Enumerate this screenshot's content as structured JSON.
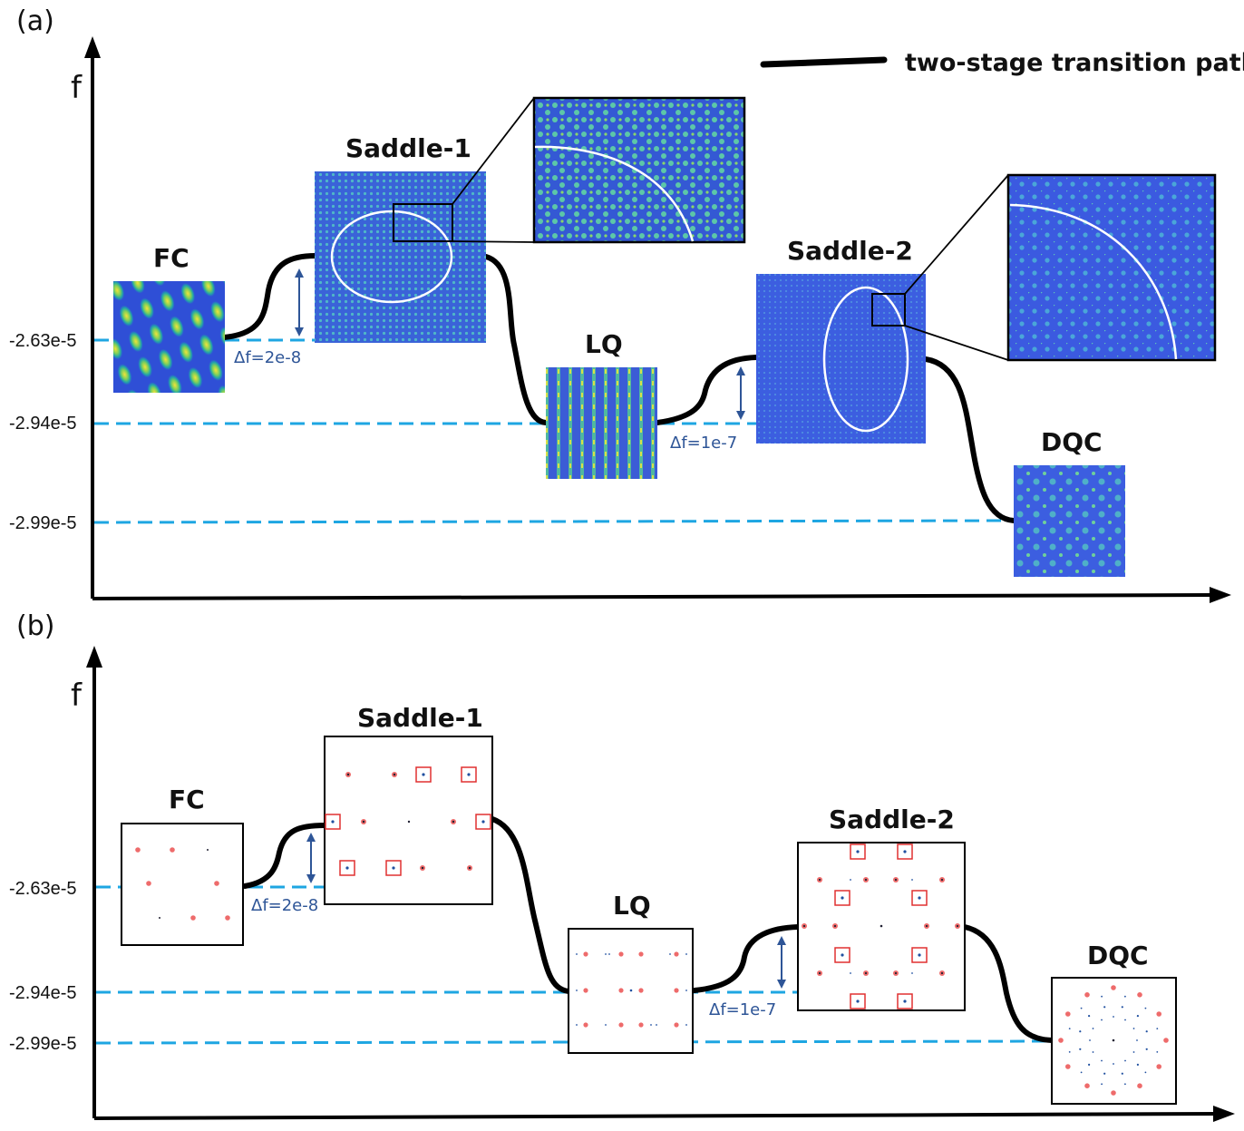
{
  "panels": {
    "a": {
      "letter": "(a)",
      "axis_label": "f",
      "legend": {
        "label": "two-stage transition path"
      },
      "levels": [
        "-2.63e-5",
        "-2.94e-5",
        "-2.99e-5"
      ],
      "states": {
        "fc": "FC",
        "saddle1": "Saddle-1",
        "lq": "LQ",
        "saddle2": "Saddle-2",
        "dqc": "DQC"
      },
      "deltas": {
        "d1": "Δf=2e-8",
        "d2": "Δf=1e-7"
      }
    },
    "b": {
      "letter": "(b)",
      "axis_label": "f",
      "levels": [
        "-2.63e-5",
        "-2.94e-5",
        "-2.99e-5"
      ],
      "states": {
        "fc": "FC",
        "saddle1": "Saddle-1",
        "lq": "LQ",
        "saddle2": "Saddle-2",
        "dqc": "DQC"
      },
      "deltas": {
        "d1": "Δf=2e-8",
        "d2": "Δf=1e-7"
      }
    }
  },
  "colors": {
    "path": "#000000",
    "level_line": "#1ea6e2",
    "delta": "#2e5597",
    "pattern_bg": "#3f5fd8",
    "pattern_peak": "#f5e042",
    "diffraction_peak": "#ee6b6b",
    "highlight_box": "#e03030"
  }
}
